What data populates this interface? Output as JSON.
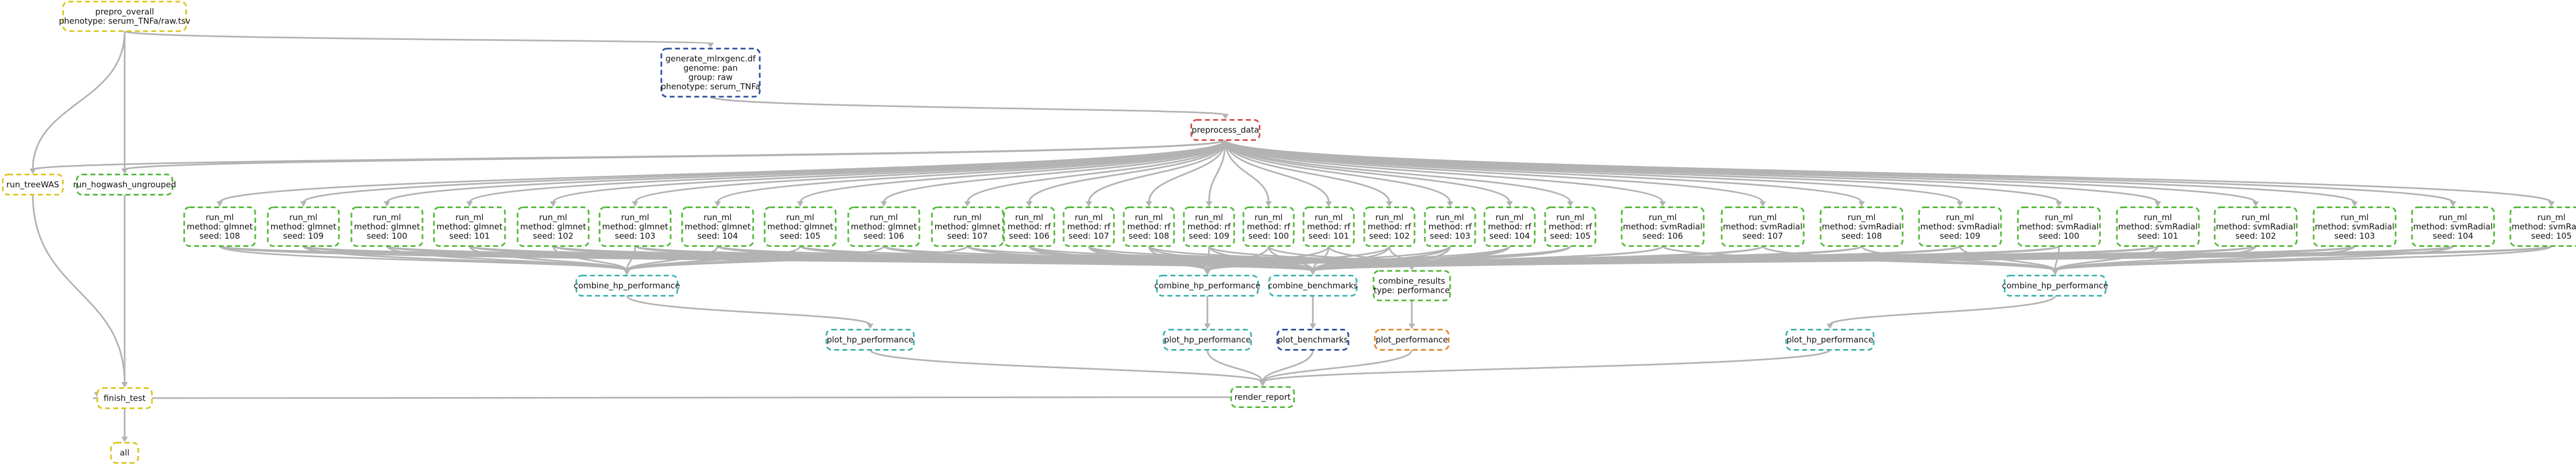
{
  "colors": {
    "edge": "#b3b3b3",
    "yellow": "#d9c61e",
    "green": "#53b83a",
    "teal": "#3fb3b3",
    "blue": "#2e4f9e",
    "red": "#d94d4d",
    "orange": "#e08a2e"
  },
  "nodes": [
    {
      "id": "prepro_overall",
      "lines": [
        "prepro_overall",
        "phenotype: serum_TNFa/raw.tsv"
      ],
      "color": "yellow"
    },
    {
      "id": "generate_mlr",
      "lines": [
        "generate_mlrxgenc.df",
        "genome: pan",
        "group: raw",
        "phenotype: serum_TNFa"
      ],
      "color": "blue"
    },
    {
      "id": "preprocess_data",
      "lines": [
        "preprocess_data"
      ],
      "color": "red"
    },
    {
      "id": "run_treeWAS",
      "lines": [
        "run_treeWAS"
      ],
      "color": "yellow"
    },
    {
      "id": "run_hogwash",
      "lines": [
        "run_hogwash_ungrouped"
      ],
      "color": "green"
    },
    {
      "id": "glm_108",
      "lines": [
        "run_ml",
        "method: glmnet",
        "seed: 108"
      ],
      "color": "green"
    },
    {
      "id": "glm_109",
      "lines": [
        "run_ml",
        "method: glmnet",
        "seed: 109"
      ],
      "color": "green"
    },
    {
      "id": "glm_100",
      "lines": [
        "run_ml",
        "method: glmnet",
        "seed: 100"
      ],
      "color": "green"
    },
    {
      "id": "glm_101",
      "lines": [
        "run_ml",
        "method: glmnet",
        "seed: 101"
      ],
      "color": "green"
    },
    {
      "id": "glm_102",
      "lines": [
        "run_ml",
        "method: glmnet",
        "seed: 102"
      ],
      "color": "green"
    },
    {
      "id": "glm_103",
      "lines": [
        "run_ml",
        "method: glmnet",
        "seed: 103"
      ],
      "color": "green"
    },
    {
      "id": "glm_104",
      "lines": [
        "run_ml",
        "method: glmnet",
        "seed: 104"
      ],
      "color": "green"
    },
    {
      "id": "glm_105",
      "lines": [
        "run_ml",
        "method: glmnet",
        "seed: 105"
      ],
      "color": "green"
    },
    {
      "id": "glm_106",
      "lines": [
        "run_ml",
        "method: glmnet",
        "seed: 106"
      ],
      "color": "green"
    },
    {
      "id": "glm_107",
      "lines": [
        "run_ml",
        "method: glmnet",
        "seed: 107"
      ],
      "color": "green"
    },
    {
      "id": "rf_106",
      "lines": [
        "run_ml",
        "method: rf",
        "seed: 106"
      ],
      "color": "green"
    },
    {
      "id": "rf_107",
      "lines": [
        "run_ml",
        "method: rf",
        "seed: 107"
      ],
      "color": "green"
    },
    {
      "id": "rf_108",
      "lines": [
        "run_ml",
        "method: rf",
        "seed: 108"
      ],
      "color": "green"
    },
    {
      "id": "rf_109",
      "lines": [
        "run_ml",
        "method: rf",
        "seed: 109"
      ],
      "color": "green"
    },
    {
      "id": "rf_100",
      "lines": [
        "run_ml",
        "method: rf",
        "seed: 100"
      ],
      "color": "green"
    },
    {
      "id": "rf_101",
      "lines": [
        "run_ml",
        "method: rf",
        "seed: 101"
      ],
      "color": "green"
    },
    {
      "id": "rf_102",
      "lines": [
        "run_ml",
        "method: rf",
        "seed: 102"
      ],
      "color": "green"
    },
    {
      "id": "rf_103",
      "lines": [
        "run_ml",
        "method: rf",
        "seed: 103"
      ],
      "color": "green"
    },
    {
      "id": "rf_104",
      "lines": [
        "run_ml",
        "method: rf",
        "seed: 104"
      ],
      "color": "green"
    },
    {
      "id": "rf_105",
      "lines": [
        "run_ml",
        "method: rf",
        "seed: 105"
      ],
      "color": "green"
    },
    {
      "id": "svm_106",
      "lines": [
        "run_ml",
        "method: svmRadial",
        "seed: 106"
      ],
      "color": "green"
    },
    {
      "id": "svm_107",
      "lines": [
        "run_ml",
        "method: svmRadial",
        "seed: 107"
      ],
      "color": "green"
    },
    {
      "id": "svm_108",
      "lines": [
        "run_ml",
        "method: svmRadial",
        "seed: 108"
      ],
      "color": "green"
    },
    {
      "id": "svm_109",
      "lines": [
        "run_ml",
        "method: svmRadial",
        "seed: 109"
      ],
      "color": "green"
    },
    {
      "id": "svm_100",
      "lines": [
        "run_ml",
        "method: svmRadial",
        "seed: 100"
      ],
      "color": "green"
    },
    {
      "id": "svm_101",
      "lines": [
        "run_ml",
        "method: svmRadial",
        "seed: 101"
      ],
      "color": "green"
    },
    {
      "id": "svm_102",
      "lines": [
        "run_ml",
        "method: svmRadial",
        "seed: 102"
      ],
      "color": "green"
    },
    {
      "id": "svm_103",
      "lines": [
        "run_ml",
        "method: svmRadial",
        "seed: 103"
      ],
      "color": "green"
    },
    {
      "id": "svm_104",
      "lines": [
        "run_ml",
        "method: svmRadial",
        "seed: 104"
      ],
      "color": "green"
    },
    {
      "id": "svm_105",
      "lines": [
        "run_ml",
        "method: svmRadial",
        "seed: 105"
      ],
      "color": "green"
    },
    {
      "id": "combine_hp_glmnet",
      "lines": [
        "combine_hp_performance"
      ],
      "color": "teal"
    },
    {
      "id": "combine_hp_rf",
      "lines": [
        "combine_hp_performance"
      ],
      "color": "teal"
    },
    {
      "id": "combine_benchmarks",
      "lines": [
        "combine_benchmarks"
      ],
      "color": "teal"
    },
    {
      "id": "combine_results",
      "lines": [
        "combine_results",
        "type: performance"
      ],
      "color": "green"
    },
    {
      "id": "combine_hp_svm",
      "lines": [
        "combine_hp_performance"
      ],
      "color": "teal"
    },
    {
      "id": "plot_hp_glmnet",
      "lines": [
        "plot_hp_performance"
      ],
      "color": "teal"
    },
    {
      "id": "plot_hp_rf",
      "lines": [
        "plot_hp_performance"
      ],
      "color": "teal"
    },
    {
      "id": "plot_benchmarks",
      "lines": [
        "plot_benchmarks"
      ],
      "color": "blue"
    },
    {
      "id": "plot_performance",
      "lines": [
        "plot_performance"
      ],
      "color": "orange"
    },
    {
      "id": "plot_hp_svm",
      "lines": [
        "plot_hp_performance"
      ],
      "color": "teal"
    },
    {
      "id": "render_report",
      "lines": [
        "render_report"
      ],
      "color": "green"
    },
    {
      "id": "finish_test",
      "lines": [
        "finish_test"
      ],
      "color": "yellow"
    },
    {
      "id": "all",
      "lines": [
        "all"
      ],
      "color": "yellow"
    }
  ],
  "edges": [
    [
      "prepro_overall",
      "generate_mlr"
    ],
    [
      "prepro_overall",
      "run_treeWAS"
    ],
    [
      "prepro_overall",
      "run_hogwash"
    ],
    [
      "generate_mlr",
      "preprocess_data"
    ],
    [
      "preprocess_data",
      "run_treeWAS"
    ],
    [
      "preprocess_data",
      "run_hogwash"
    ],
    [
      "preprocess_data",
      "glm_108"
    ],
    [
      "preprocess_data",
      "glm_109"
    ],
    [
      "preprocess_data",
      "glm_100"
    ],
    [
      "preprocess_data",
      "glm_101"
    ],
    [
      "preprocess_data",
      "glm_102"
    ],
    [
      "preprocess_data",
      "glm_103"
    ],
    [
      "preprocess_data",
      "glm_104"
    ],
    [
      "preprocess_data",
      "glm_105"
    ],
    [
      "preprocess_data",
      "glm_106"
    ],
    [
      "preprocess_data",
      "glm_107"
    ],
    [
      "preprocess_data",
      "rf_106"
    ],
    [
      "preprocess_data",
      "rf_107"
    ],
    [
      "preprocess_data",
      "rf_108"
    ],
    [
      "preprocess_data",
      "rf_109"
    ],
    [
      "preprocess_data",
      "rf_100"
    ],
    [
      "preprocess_data",
      "rf_101"
    ],
    [
      "preprocess_data",
      "rf_102"
    ],
    [
      "preprocess_data",
      "rf_103"
    ],
    [
      "preprocess_data",
      "rf_104"
    ],
    [
      "preprocess_data",
      "rf_105"
    ],
    [
      "preprocess_data",
      "svm_106"
    ],
    [
      "preprocess_data",
      "svm_107"
    ],
    [
      "preprocess_data",
      "svm_108"
    ],
    [
      "preprocess_data",
      "svm_109"
    ],
    [
      "preprocess_data",
      "svm_100"
    ],
    [
      "preprocess_data",
      "svm_101"
    ],
    [
      "preprocess_data",
      "svm_102"
    ],
    [
      "preprocess_data",
      "svm_103"
    ],
    [
      "preprocess_data",
      "svm_104"
    ],
    [
      "preprocess_data",
      "svm_105"
    ],
    [
      "glm_108",
      "combine_hp_glmnet"
    ],
    [
      "glm_109",
      "combine_hp_glmnet"
    ],
    [
      "glm_100",
      "combine_hp_glmnet"
    ],
    [
      "glm_101",
      "combine_hp_glmnet"
    ],
    [
      "glm_102",
      "combine_hp_glmnet"
    ],
    [
      "glm_103",
      "combine_hp_glmnet"
    ],
    [
      "glm_104",
      "combine_hp_glmnet"
    ],
    [
      "glm_105",
      "combine_hp_glmnet"
    ],
    [
      "glm_106",
      "combine_hp_glmnet"
    ],
    [
      "glm_107",
      "combine_hp_glmnet"
    ],
    [
      "rf_106",
      "combine_hp_rf"
    ],
    [
      "rf_107",
      "combine_hp_rf"
    ],
    [
      "rf_108",
      "combine_hp_rf"
    ],
    [
      "rf_109",
      "combine_hp_rf"
    ],
    [
      "rf_100",
      "combine_hp_rf"
    ],
    [
      "rf_101",
      "combine_hp_rf"
    ],
    [
      "rf_102",
      "combine_hp_rf"
    ],
    [
      "rf_103",
      "combine_hp_rf"
    ],
    [
      "rf_104",
      "combine_hp_rf"
    ],
    [
      "rf_105",
      "combine_hp_rf"
    ],
    [
      "svm_106",
      "combine_hp_svm"
    ],
    [
      "svm_107",
      "combine_hp_svm"
    ],
    [
      "svm_108",
      "combine_hp_svm"
    ],
    [
      "svm_109",
      "combine_hp_svm"
    ],
    [
      "svm_100",
      "combine_hp_svm"
    ],
    [
      "svm_101",
      "combine_hp_svm"
    ],
    [
      "svm_102",
      "combine_hp_svm"
    ],
    [
      "svm_103",
      "combine_hp_svm"
    ],
    [
      "svm_104",
      "combine_hp_svm"
    ],
    [
      "svm_105",
      "combine_hp_svm"
    ],
    [
      "glm_108",
      "combine_benchmarks"
    ],
    [
      "glm_109",
      "combine_benchmarks"
    ],
    [
      "glm_100",
      "combine_benchmarks"
    ],
    [
      "glm_101",
      "combine_benchmarks"
    ],
    [
      "glm_102",
      "combine_benchmarks"
    ],
    [
      "glm_103",
      "combine_benchmarks"
    ],
    [
      "glm_104",
      "combine_benchmarks"
    ],
    [
      "glm_105",
      "combine_benchmarks"
    ],
    [
      "glm_106",
      "combine_benchmarks"
    ],
    [
      "glm_107",
      "combine_benchmarks"
    ],
    [
      "rf_106",
      "combine_benchmarks"
    ],
    [
      "rf_107",
      "combine_benchmarks"
    ],
    [
      "rf_108",
      "combine_benchmarks"
    ],
    [
      "rf_109",
      "combine_benchmarks"
    ],
    [
      "rf_100",
      "combine_benchmarks"
    ],
    [
      "rf_101",
      "combine_benchmarks"
    ],
    [
      "rf_102",
      "combine_benchmarks"
    ],
    [
      "rf_103",
      "combine_benchmarks"
    ],
    [
      "rf_104",
      "combine_benchmarks"
    ],
    [
      "rf_105",
      "combine_benchmarks"
    ],
    [
      "svm_106",
      "combine_benchmarks"
    ],
    [
      "svm_107",
      "combine_benchmarks"
    ],
    [
      "svm_108",
      "combine_benchmarks"
    ],
    [
      "svm_109",
      "combine_benchmarks"
    ],
    [
      "svm_100",
      "combine_benchmarks"
    ],
    [
      "svm_101",
      "combine_benchmarks"
    ],
    [
      "svm_102",
      "combine_benchmarks"
    ],
    [
      "svm_103",
      "combine_benchmarks"
    ],
    [
      "svm_104",
      "combine_benchmarks"
    ],
    [
      "svm_105",
      "combine_benchmarks"
    ],
    [
      "glm_108",
      "combine_results"
    ],
    [
      "glm_109",
      "combine_results"
    ],
    [
      "glm_100",
      "combine_results"
    ],
    [
      "glm_101",
      "combine_results"
    ],
    [
      "glm_102",
      "combine_results"
    ],
    [
      "glm_103",
      "combine_results"
    ],
    [
      "glm_104",
      "combine_results"
    ],
    [
      "glm_105",
      "combine_results"
    ],
    [
      "glm_106",
      "combine_results"
    ],
    [
      "glm_107",
      "combine_results"
    ],
    [
      "rf_106",
      "combine_results"
    ],
    [
      "rf_107",
      "combine_results"
    ],
    [
      "rf_108",
      "combine_results"
    ],
    [
      "rf_109",
      "combine_results"
    ],
    [
      "rf_100",
      "combine_results"
    ],
    [
      "rf_101",
      "combine_results"
    ],
    [
      "rf_102",
      "combine_results"
    ],
    [
      "rf_103",
      "combine_results"
    ],
    [
      "rf_104",
      "combine_results"
    ],
    [
      "rf_105",
      "combine_results"
    ],
    [
      "svm_106",
      "combine_results"
    ],
    [
      "svm_107",
      "combine_results"
    ],
    [
      "svm_108",
      "combine_results"
    ],
    [
      "svm_109",
      "combine_results"
    ],
    [
      "svm_100",
      "combine_results"
    ],
    [
      "svm_101",
      "combine_results"
    ],
    [
      "svm_102",
      "combine_results"
    ],
    [
      "svm_103",
      "combine_results"
    ],
    [
      "svm_104",
      "combine_results"
    ],
    [
      "svm_105",
      "combine_results"
    ],
    [
      "combine_hp_glmnet",
      "plot_hp_glmnet"
    ],
    [
      "combine_hp_rf",
      "plot_hp_rf"
    ],
    [
      "combine_benchmarks",
      "plot_benchmarks"
    ],
    [
      "combine_results",
      "plot_performance"
    ],
    [
      "combine_hp_svm",
      "plot_hp_svm"
    ],
    [
      "plot_hp_glmnet",
      "render_report"
    ],
    [
      "plot_hp_rf",
      "render_report"
    ],
    [
      "plot_benchmarks",
      "render_report"
    ],
    [
      "plot_performance",
      "render_report"
    ],
    [
      "plot_hp_svm",
      "render_report"
    ],
    [
      "run_treeWAS",
      "finish_test"
    ],
    [
      "run_hogwash",
      "finish_test"
    ],
    [
      "render_report",
      "finish_test"
    ],
    [
      "finish_test",
      "all"
    ]
  ]
}
